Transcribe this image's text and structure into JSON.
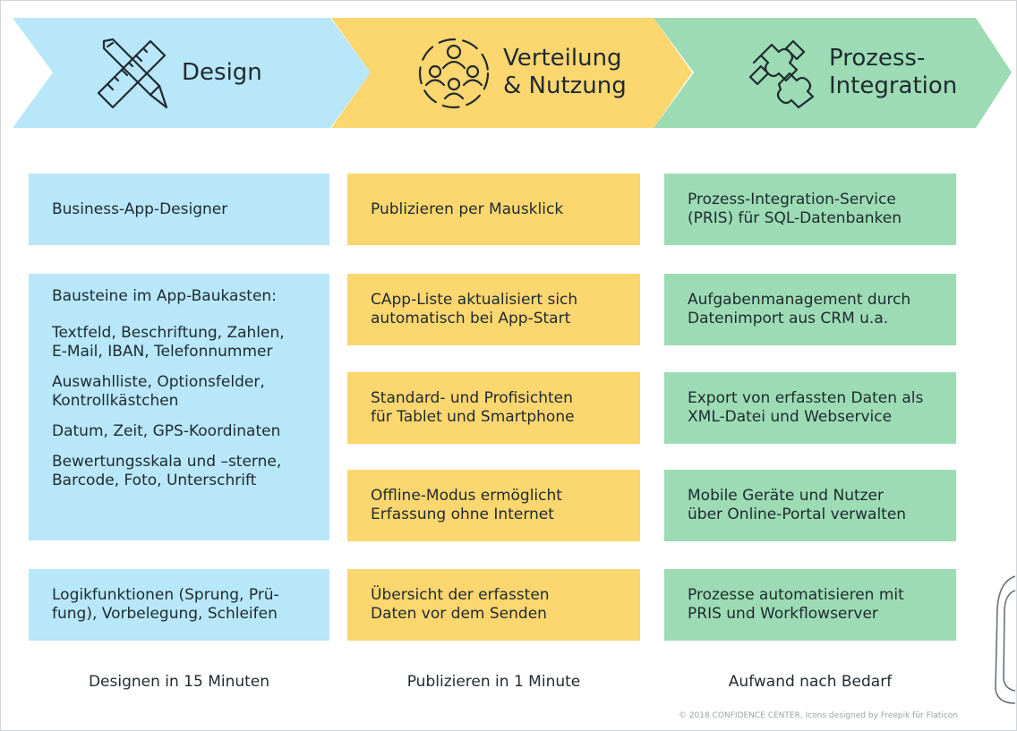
{
  "columns": [
    {
      "id": "design",
      "title": "Design",
      "icon": "pencil-ruler-icon",
      "color": "#b7e7f8",
      "boxes": [
        [
          "Business-App-Designer"
        ],
        [
          "Bausteine im App-Baukasten:",
          "Textfeld, Beschriftung, Zahlen,\nE-Mail, IBAN, Telefonnummer",
          "Auswahlliste, Optionsfelder,\nKontrollkästchen",
          "Datum, Zeit, GPS-Koordinaten",
          "Bewertungsskala und –sterne,\nBarcode, Foto, Unterschrift"
        ],
        [
          "Logikfunktionen (Sprung, Prü-\nfung), Vorbelegung, Schleifen"
        ]
      ],
      "footer": "Designen in 15 Minuten"
    },
    {
      "id": "verteilung",
      "title": "Verteilung\n& Nutzung",
      "icon": "people-network-icon",
      "color": "#fcd66f",
      "boxes": [
        [
          "Publizieren per Mausklick"
        ],
        [
          "CApp-Liste aktualisiert sich\nautomatisch bei App-Start"
        ],
        [
          "Standard- und Profisichten\nfür Tablet und Smartphone"
        ],
        [
          "Offline-Modus ermöglicht\nErfassung ohne Internet"
        ],
        [
          "Übersicht der erfassten\nDaten vor dem Senden"
        ]
      ],
      "footer": "Publizieren in 1 Minute"
    },
    {
      "id": "prozess",
      "title": "Prozess-\nIntegration",
      "icon": "puzzle-icon",
      "color": "#9cdbb3",
      "boxes": [
        [
          "Prozess-Integration-Service\n(PRIS) für SQL-Datenbanken"
        ],
        [
          "Aufgabenmanagement durch\nDatenimport aus CRM u.a."
        ],
        [
          "Export von erfassten Daten als\nXML-Datei und Webservice"
        ],
        [
          "Mobile Geräte und Nutzer\nüber Online-Portal verwalten"
        ],
        [
          "Prozesse automatisieren mit\nPRIS und Workflowserver"
        ]
      ],
      "footer": "Aufwand nach Bedarf"
    }
  ],
  "credit": "© 2018 CONFIDENCE CENTER, Icons designed by Freepik für Flaticon"
}
